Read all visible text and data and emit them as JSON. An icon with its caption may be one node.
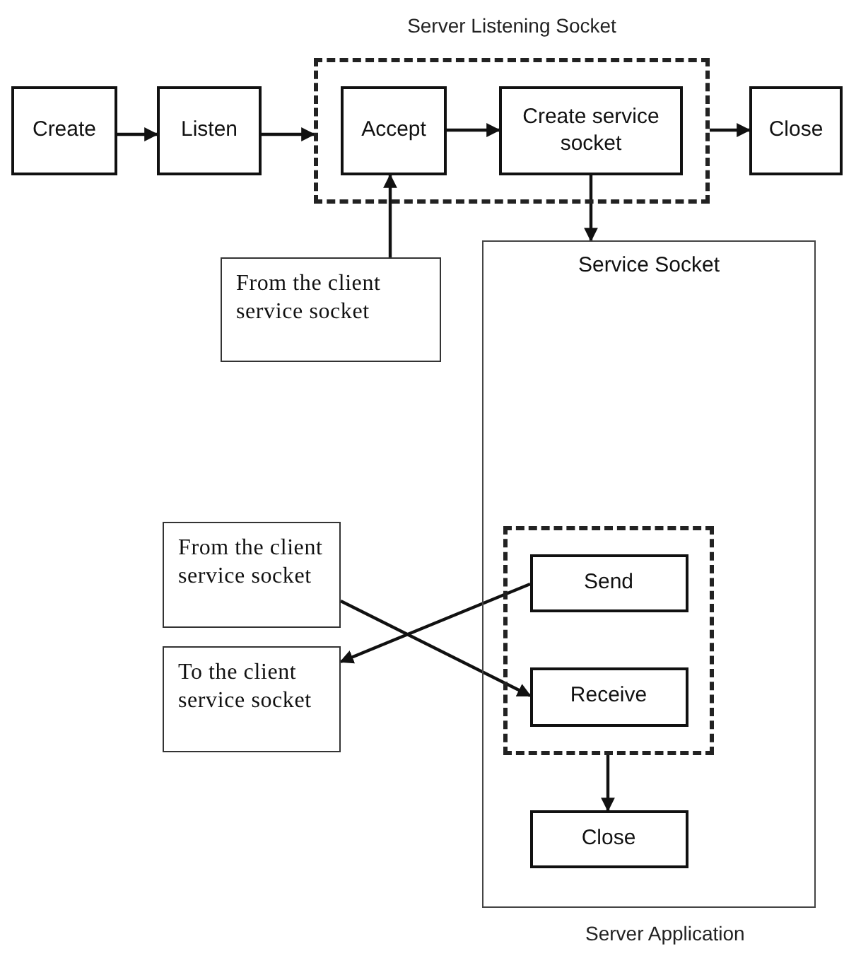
{
  "diagram": {
    "nodes": [
      {
        "text": [
          "Server Listening Socket"
        ]
      },
      {
        "text": [
          "Create"
        ]
      },
      {
        "text": [
          "Listen"
        ]
      },
      {
        "text": [
          "Accept"
        ],
        "in": 0
      },
      {
        "text": [
          "Create service socket"
        ],
        "in": 0
      },
      {
        "text": [
          "Close"
        ]
      },
      {
        "text": [
          "From the client service socket"
        ]
      },
      {
        "text": [
          "Service Socket"
        ]
      },
      {
        "text": [],
        "shape": "box",
        "in": 7
      },
      {
        "text": [
          "Send"
        ],
        "in": 8
      },
      {
        "text": [
          "Receive"
        ],
        "in": 8
      },
      {
        "text": [
          "Close"
        ],
        "in": 7
      },
      {
        "text": [
          "From the client service socket"
        ]
      },
      {
        "text": [
          "To the client service socket"
        ]
      }
    ],
    "edges": [
      {
        "from": 1,
        "to": 2,
        "arrow": "to"
      },
      {
        "from": 2,
        "to": 0,
        "arrow": "to"
      },
      {
        "from": 3,
        "to": 4,
        "arrow": "to"
      },
      {
        "from": 0,
        "to": 5,
        "arrow": "to"
      },
      {
        "from": 6,
        "to": 3,
        "arrow": "to"
      },
      {
        "from": 4,
        "to": 7,
        "arrow": "to"
      },
      {
        "from": 12,
        "to": 10,
        "arrow": "to"
      },
      {
        "from": 9,
        "to": 13,
        "arrow": "to"
      },
      {
        "from": 8,
        "to": 11,
        "arrow": "to"
      }
    ],
    "labels": [
      "Server Application"
    ]
  }
}
